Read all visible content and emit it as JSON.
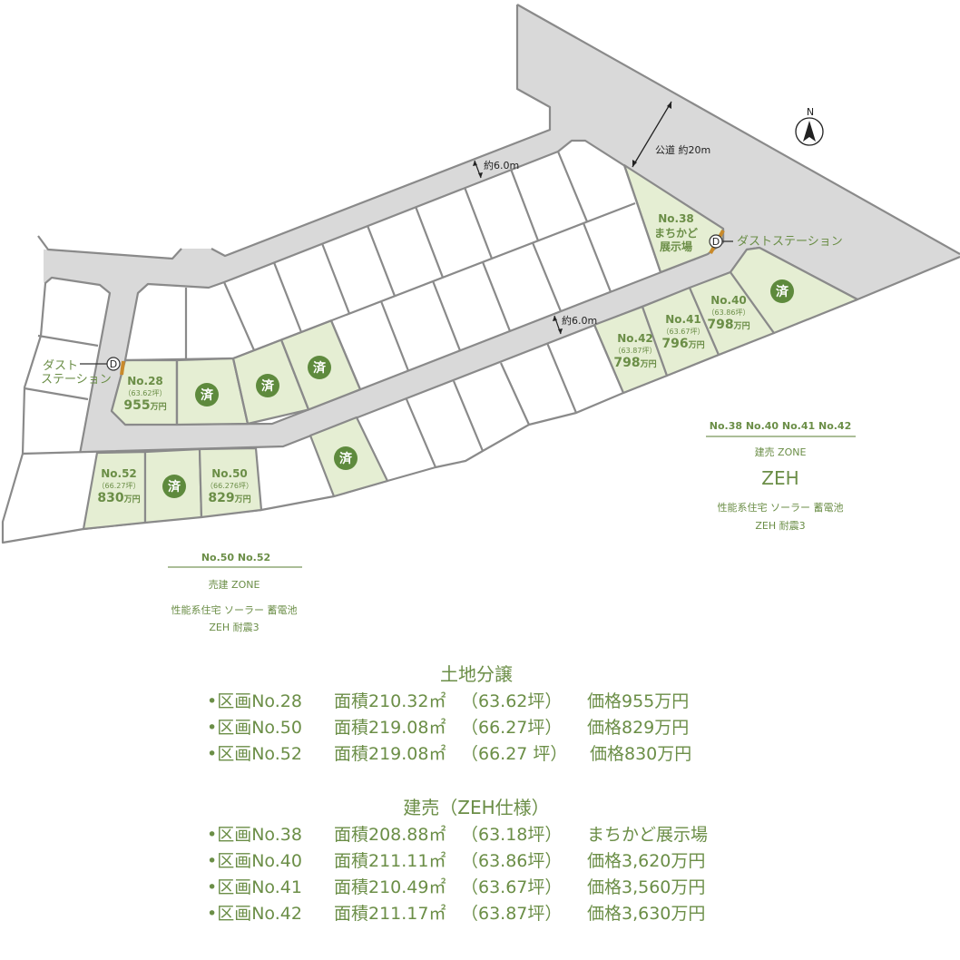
{
  "colors": {
    "accent_green": "#6b8e47",
    "lot_green": "#e5eed3",
    "sold_badge": "#5e8a3d",
    "road_gray": "#d9d9d9",
    "dust_station": "#c98a2b"
  },
  "map": {
    "road_width_internal": "約6.0m",
    "public_road": "公道  約20m",
    "north": "N",
    "dust_station_label": "ダストステーション",
    "dust_station_label_left": [
      "ダスト",
      "ステーション"
    ],
    "dust_marker": "D",
    "sold_mark": "済",
    "unit": "万円",
    "lots": {
      "no28": {
        "no": "No.28",
        "tsubo": "（63.62坪）",
        "price": "955"
      },
      "no52": {
        "no": "No.52",
        "tsubo": "（66.27坪）",
        "price": "830"
      },
      "no50": {
        "no": "No.50",
        "tsubo": "（66.276坪）",
        "price": "829"
      },
      "no42": {
        "no": "No.42",
        "tsubo": "（63.87坪）",
        "price": "798"
      },
      "no41": {
        "no": "No.41",
        "tsubo": "（63.67坪）",
        "price": "796"
      },
      "no40": {
        "no": "No.40",
        "tsubo": "（63.86坪）",
        "price": "798"
      },
      "no38": {
        "no": "No.38",
        "line2": "まちかど",
        "line3": "展示場"
      }
    }
  },
  "zones": {
    "right": {
      "lots": "No.38   No.40  No.41  No.42",
      "type": "建売 ZONE",
      "title": "ZEH",
      "features": "性能系住宅 ソーラー 蓄電池",
      "spec": "ZEH  耐震3"
    },
    "left": {
      "lots": "No.50  No.52",
      "type": "売建  ZONE",
      "features": "性能系住宅 ソーラー 蓄電池",
      "spec": "ZEH  耐震3"
    }
  },
  "land_sale": {
    "heading": "土地分譲",
    "rows": [
      {
        "lot": "•区画No.28",
        "area": "面積210.32㎡",
        "tsubo": "（63.62坪）",
        "price": "価格955万円"
      },
      {
        "lot": "•区画No.50",
        "area": "面積219.08㎡",
        "tsubo": "（66.27坪）",
        "price": "価格829万円"
      },
      {
        "lot": "•区画No.52",
        "area": "面積219.08㎡",
        "tsubo": "（66.27 坪）",
        "price": "価格830万円"
      }
    ]
  },
  "built_sale": {
    "heading": "建売（ZEH仕様）",
    "rows": [
      {
        "lot": "•区画No.38",
        "area": "面積208.88㎡",
        "tsubo": "（63.18坪）",
        "price": "まちかど展示場"
      },
      {
        "lot": "•区画No.40",
        "area": "面積211.11㎡",
        "tsubo": "（63.86坪）",
        "price": "価格3,620万円"
      },
      {
        "lot": "•区画No.41",
        "area": "面積210.49㎡",
        "tsubo": "（63.67坪）",
        "price": "価格3,560万円"
      },
      {
        "lot": "•区画No.42",
        "area": "面積211.17㎡",
        "tsubo": "（63.87坪）",
        "price": "価格3,630万円"
      }
    ]
  }
}
